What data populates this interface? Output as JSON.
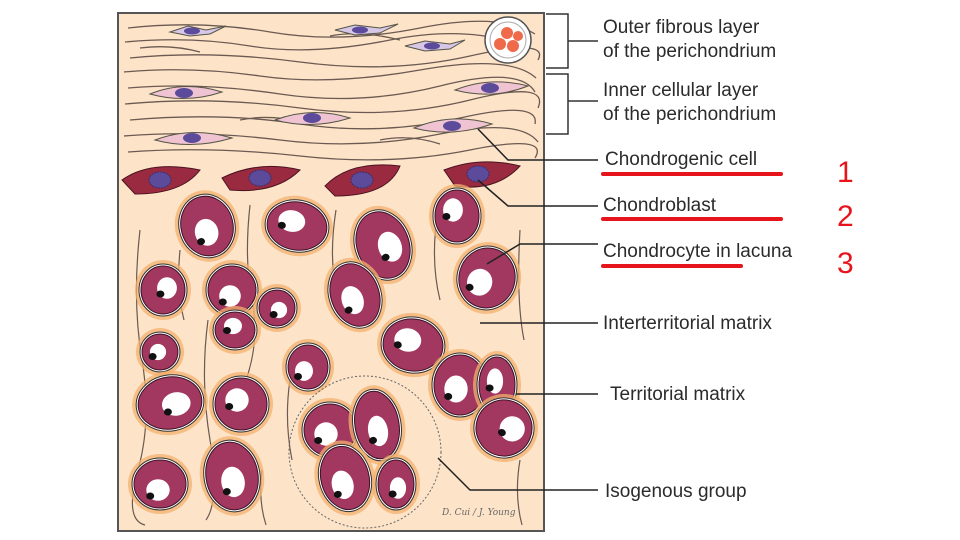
{
  "diagram": {
    "labels": {
      "outer_fibrous_line1": "Outer fibrous layer",
      "outer_fibrous_line2": "of the perichondrium",
      "inner_cellular_line1": "Inner cellular layer",
      "inner_cellular_line2": "of the perichondrium",
      "chondrogenic_cell": "Chondrogenic cell",
      "chondroblast": "Chondroblast",
      "chondrocyte_in_lacuna": "Chondrocyte in lacuna",
      "interterritorial_matrix": "Interterritorial matrix",
      "territorial_matrix": "Territorial matrix",
      "isogenous_group": "Isogenous group"
    },
    "annotations": {
      "number_1": "1",
      "number_2": "2",
      "number_3": "3"
    },
    "signature": "D. Cui / J. Young",
    "colors": {
      "matrix_background": "#fde3c8",
      "territorial_halo": "#f3b06e",
      "chondrocyte": "#a2385f",
      "lacuna": "#ffffff",
      "chondroblast": "#9a2a40",
      "fibroblast_cell": "#efc3d2",
      "nucleus": "#5b4b9a",
      "highlight_underline": "#e8141b",
      "leader_line": "#222222"
    }
  }
}
